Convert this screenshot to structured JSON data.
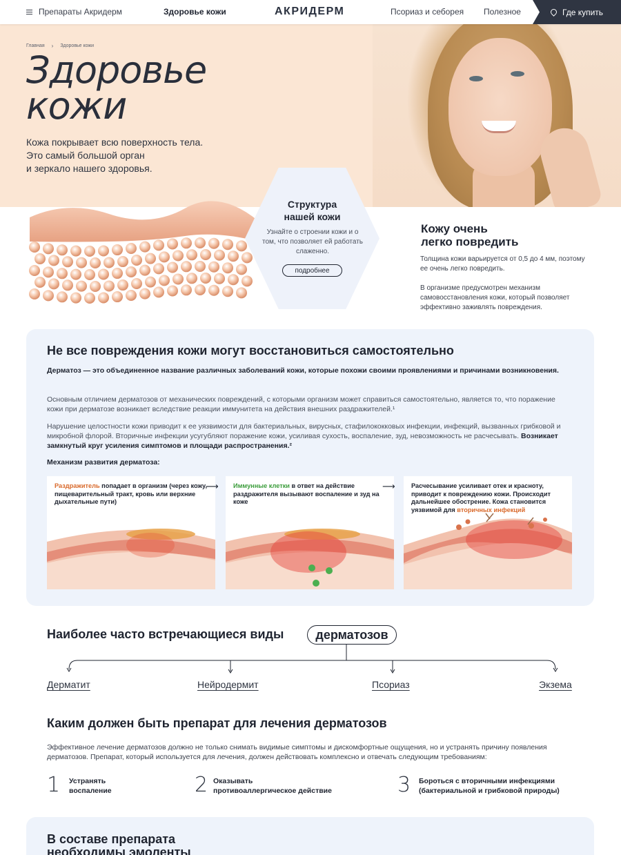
{
  "header": {
    "menu_label": "Препараты Акридерм",
    "active_label": "Здоровье кожи",
    "logo": "АКРИДЕРМ",
    "psoriasis_label": "Псориаз и себорея",
    "useful_label": "Полезное",
    "buy_label": "Где купить"
  },
  "breadcrumbs": [
    "Главная",
    "Здоровье кожи"
  ],
  "hero": {
    "title_line1": "Здоровье",
    "title_line2": "кожи",
    "subtitle_line1": "Кожа покрывает всю поверхность тела.",
    "subtitle_line2": "Это самый большой орган",
    "subtitle_line3": "и зеркало нашего здоровья."
  },
  "structure": {
    "title_line1": "Структура",
    "title_line2": "нашей кожи",
    "text": "Узнайте о строении кожи и о том, что позволяет ей работать слаженно.",
    "button": "подробнее"
  },
  "damage": {
    "title_line1": "Кожу очень",
    "title_line2": "легко повредить",
    "p1": "Толщина кожи варьируется от 0,5 до 4 мм, поэтому ее очень легко повредить.",
    "p2": "В организме предусмотрен механизм самовосстановления кожи, который позволяет эффективно заживлять повреждения."
  },
  "dermatosis": {
    "title": "Не все повреждения кожи могут восстановиться самостоятельно",
    "p1": "Дерматоз — это объединенное название различных заболеваний кожи, которые похожи своими проявлениями и причинами возникновения.",
    "p2": "Основным отличием дерматозов от механических повреждений, с которыми организм может справиться самостоятельно, является то, что поражение кожи при дерматозе возникает вследствие реакции иммунитета на действия внешних раздражителей.¹",
    "p3": "Нарушение целостности кожи приводит к ее уязвимости для бактериальных, вирусных, стафилококковых инфекции, инфекций, вызванных грибковой и микробной флорой. Вторичные инфекции усугубляют поражение кожи, усиливая сухость, воспаление, зуд, невозможность не расчесывать.",
    "p3_bold": "Возникает замкнутый круг усиления симптомов и площади распространения.²",
    "mechanism_label": "Механизм развития дерматоза:",
    "stage1_hl": "Раздражитель",
    "stage1_text": " попадает в организм (через кожу, пищеварительный тракт, кровь или верхние дыхательные пути)",
    "stage2_hl": "Иммунные клетки",
    "stage2_text": " в ответ на действие раздражителя вызывают воспаление и зуд на коже",
    "stage3_text": "Расчесывание усиливает отек и красноту, приводит к повреждению кожи. Происходит дальнейшее обострение. Кожа становится уязвимой для ",
    "stage3_hl": "вторичных инфекций",
    "arrow": "⟶"
  },
  "types": {
    "title": "Наиболее часто встречающиеся виды",
    "pill": "дерматозов",
    "items": [
      "Дерматит",
      "Нейродермит",
      "Псориаз",
      "Экзема"
    ]
  },
  "requirements": {
    "title": "Каким должен быть препарат для лечения дерматозов",
    "text": "Эффективное лечение дерматозов должно не только снимать видимые симптомы и дискомфортные ощущения, но и устранять причину появления дерматозов. Препарат, который используется для лечения, должен действовать комплексно и отвечать следующим требованиям:",
    "items": [
      {
        "num": "1",
        "line1": "Устранять",
        "line2": "воспаление"
      },
      {
        "num": "2",
        "line1": "Оказывать",
        "line2": "противоаллергическое действие"
      },
      {
        "num": "3",
        "line1": "Бороться с вторичными инфекциями",
        "line2": "(бактериальной и грибковой природы)"
      }
    ]
  },
  "emollients": {
    "title_line1": "В составе препарата",
    "title_line2": "необходимы эмоленты"
  },
  "colors": {
    "hero_bg": "#fbe6d4",
    "card_bg": "#eef3fb",
    "dark": "#2f3542",
    "orange": "#d96a2c",
    "green": "#3c9d3c"
  }
}
